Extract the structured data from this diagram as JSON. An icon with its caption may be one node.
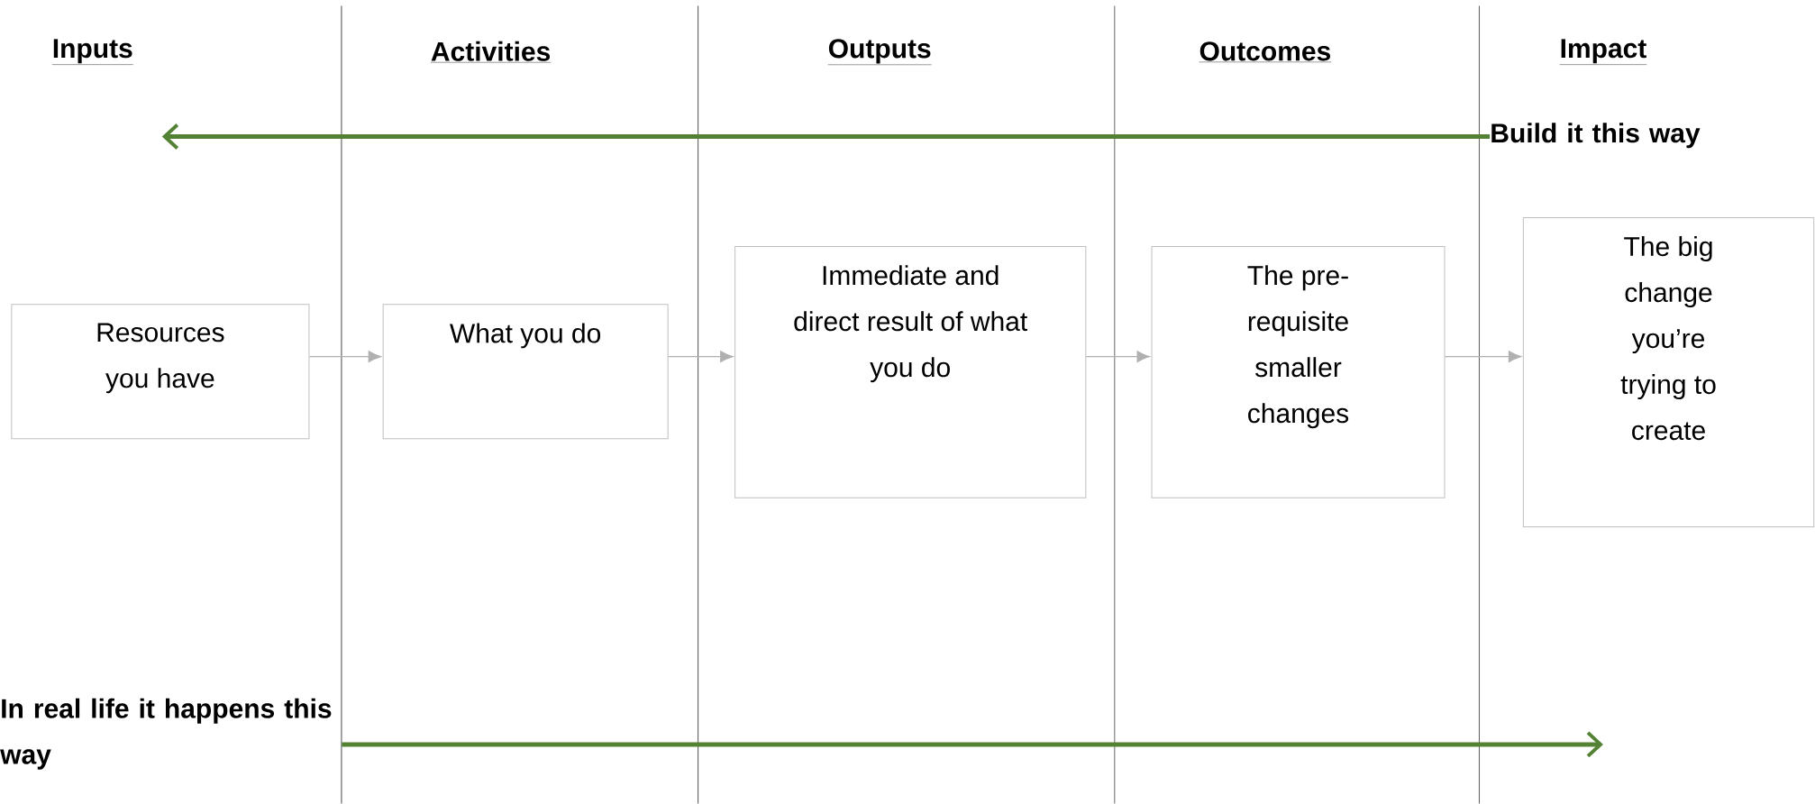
{
  "diagram": {
    "nodes": [
      {
        "text": [
          "Resources you have"
        ]
      },
      {
        "text": [
          "What you do"
        ]
      },
      {
        "text": [
          "Immediate and direct result of what you do"
        ]
      },
      {
        "text": [
          "The pre-requisite smaller changes"
        ]
      },
      {
        "text": [
          "The big change you’re trying to create"
        ]
      },
      {
        "text": [
          "Build it this way"
        ]
      },
      {
        "text": [
          "In real life it happens this way"
        ]
      }
    ],
    "edges": [
      {
        "from": 0,
        "to": 1,
        "arrow": "to"
      },
      {
        "from": 1,
        "to": 2,
        "arrow": "to"
      },
      {
        "from": 2,
        "to": 3,
        "arrow": "to"
      },
      {
        "from": 3,
        "to": 4,
        "arrow": "to"
      },
      {
        "from": 5,
        "to": null,
        "arrow": "to",
        "style": "thick",
        "color": "#548235"
      },
      {
        "from": 6,
        "to": null,
        "arrow": "to",
        "style": "thick",
        "color": "#548235"
      }
    ],
    "labels": [
      "Inputs",
      "Activities",
      "Outputs",
      "Outcomes",
      "Impact"
    ]
  }
}
